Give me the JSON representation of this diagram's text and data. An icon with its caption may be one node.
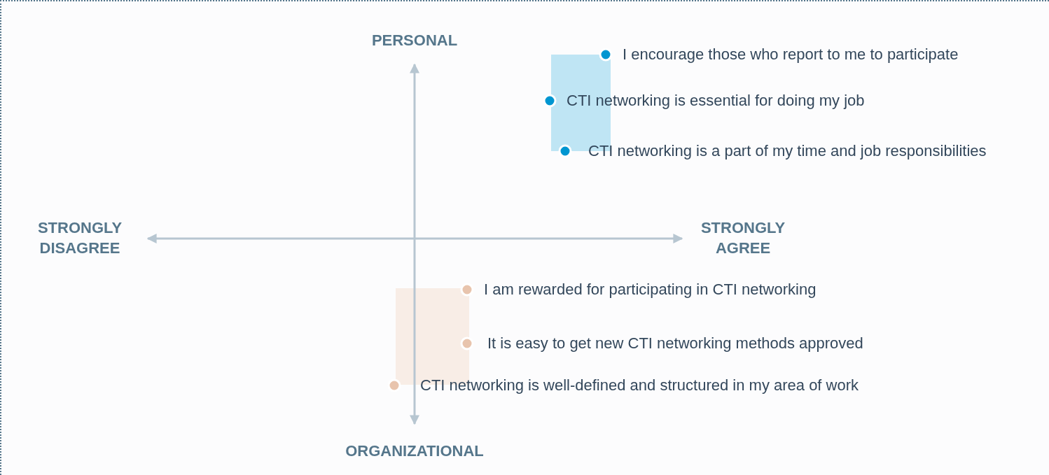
{
  "diagram": {
    "nodes": [
      {
        "text": [],
        "shape": "box"
      },
      {
        "text": [],
        "shape": "box"
      }
    ],
    "labels": [
      "PERSONAL",
      "I encourage those who report to me to participate",
      "CTI networking is essential for doing my job",
      "CTI networking is a part of my time and job responsibilities",
      "STRONGLY DISAGREE",
      "STRONGLY AGREE",
      "I am rewarded for participating in CTI networking",
      "It is easy to get new CTI networking methods approved",
      "CTI networking is well-defined and structured in my area of work",
      "ORGANIZATIONAL"
    ]
  }
}
